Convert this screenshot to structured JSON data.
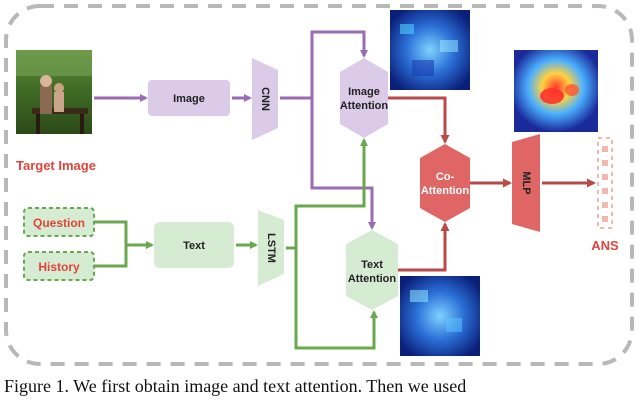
{
  "labels": {
    "target_image": "Target Image",
    "image": "Image",
    "cnn": "CNN",
    "image_attention_1": "Image",
    "image_attention_2": "Attention",
    "question": "Question",
    "history": "History",
    "text": "Text",
    "lstm": "LSTM",
    "text_attention_1": "Text",
    "text_attention_2": "Attention",
    "co_attention_1": "Co-",
    "co_attention_2": "Attention",
    "mlp": "MLP",
    "ans": "ANS"
  },
  "caption": "Figure 1.   We first obtain image and text attention. Then we used",
  "colors": {
    "purple_arrow": "#9b6bb5",
    "purple_fill": "#dccbe8",
    "green_arrow": "#6aa84f",
    "green_fill": "#d6ecd2",
    "red_arrow": "#b94a48",
    "red_fill": "#e06666",
    "pink_fill": "#f0b8b0",
    "border_dash": "#b8b8b8"
  }
}
